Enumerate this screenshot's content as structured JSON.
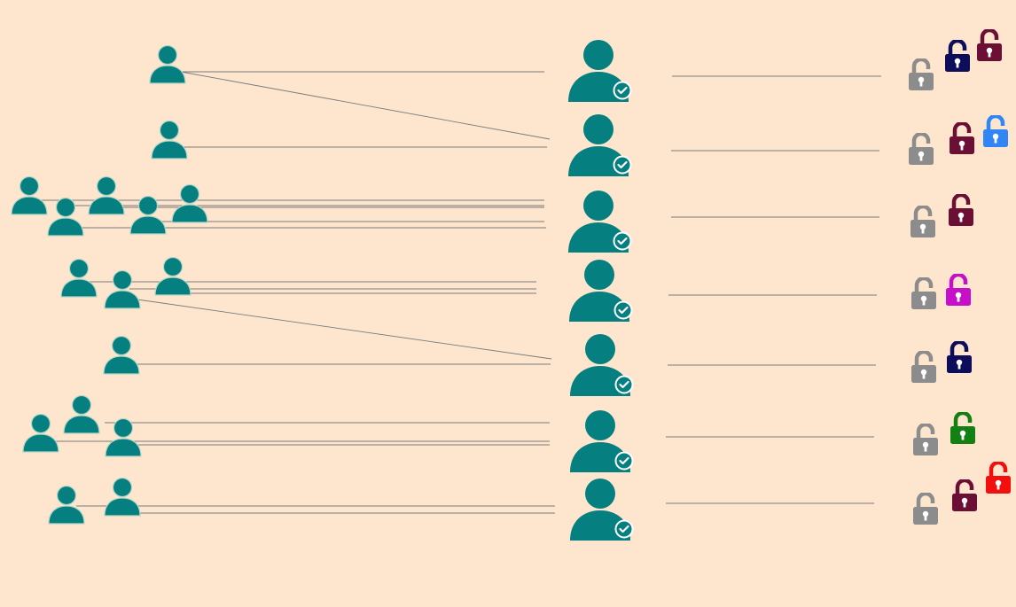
{
  "colors": {
    "background": "#fde6cd",
    "person": "#057f7f",
    "person_outline": "#b7d6c8",
    "connector": "#7a7a7a",
    "verified_badge": "#057f7f",
    "lock_inactive": "#8c8c8c"
  },
  "icons": {
    "user": "user-icon",
    "verified_user": "verified-user-icon",
    "lock": "padlock-icon"
  },
  "rows": [
    {
      "group_size": 1,
      "lock_colors": [
        "#0d0d5c",
        "#6b0f35"
      ]
    },
    {
      "group_size": 1,
      "lock_colors": [
        "#6b0f35",
        "#2f86f4"
      ]
    },
    {
      "group_size": 5,
      "lock_colors": [
        "#6b0f35"
      ]
    },
    {
      "group_size": 3,
      "lock_colors": [
        "#c70fc9"
      ]
    },
    {
      "group_size": 1,
      "lock_colors": [
        "#0d0d5c"
      ]
    },
    {
      "group_size": 3,
      "lock_colors": [
        "#138013"
      ]
    },
    {
      "group_size": 2,
      "lock_colors": [
        "#6b0f35",
        "#f40f0f"
      ]
    }
  ]
}
